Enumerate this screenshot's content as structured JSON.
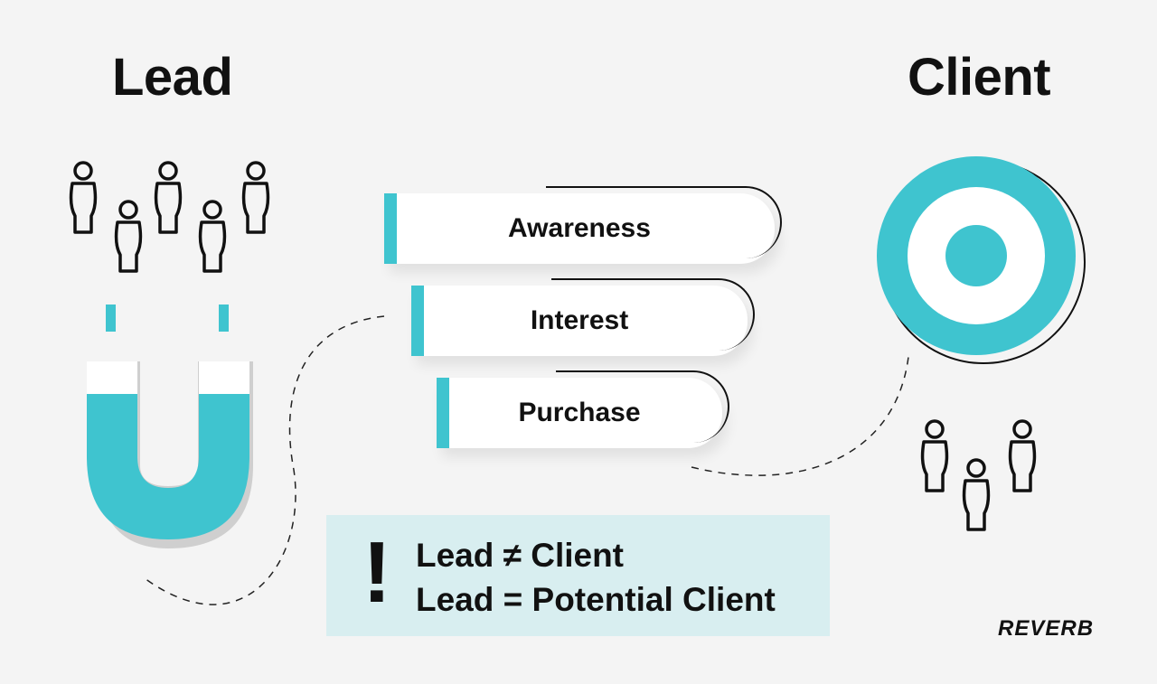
{
  "left": {
    "title": "Lead"
  },
  "right": {
    "title": "Client"
  },
  "stages": [
    {
      "label": "Awareness"
    },
    {
      "label": "Interest"
    },
    {
      "label": "Purchase"
    }
  ],
  "note": {
    "line1": "Lead ≠ Client",
    "line2": "Lead = Potential Client",
    "mark": "!"
  },
  "brand": {
    "logo_text": "REVERB"
  },
  "colors": {
    "accent": "#3fc4cf",
    "ink": "#111111",
    "background": "#f4f4f4",
    "note_bg": "#d8eef0"
  },
  "icons": [
    "people-group-icon",
    "magnet-icon",
    "target-icon",
    "people-group-icon"
  ]
}
